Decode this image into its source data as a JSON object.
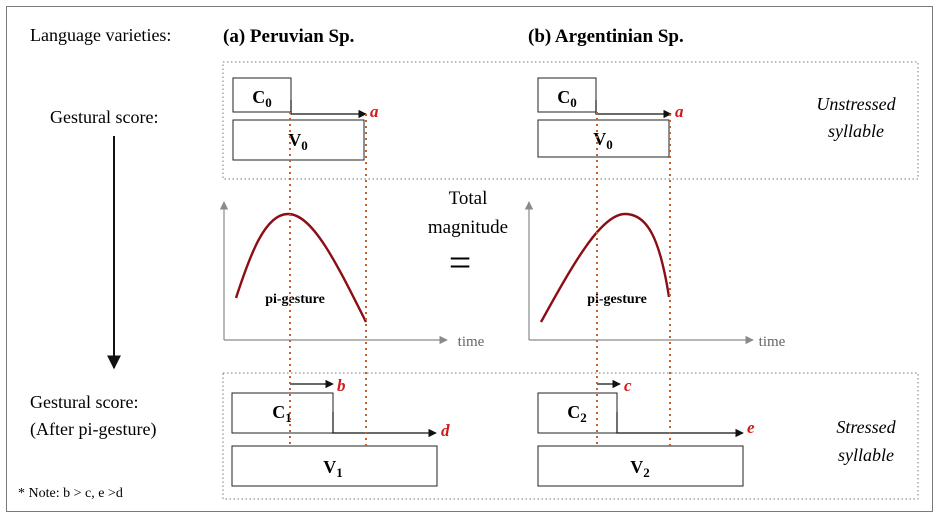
{
  "labels": {
    "language_varieties": "Language varieties:",
    "gestural_score": "Gestural score:",
    "gestural_score_after_line1": "Gestural score:",
    "gestural_score_after_line2": "(After pi-gesture)",
    "note": "* Note: b > c, e >d",
    "total_magnitude_line1": "Total",
    "total_magnitude_line2": "magnitude",
    "equals": "=",
    "unstressed_line1": "Unstressed",
    "unstressed_line2": "syllable",
    "stressed_line1": "Stressed",
    "stressed_line2": "syllable"
  },
  "panels": {
    "peruvian": {
      "heading": "(a) Peruvian Sp.",
      "c0": {
        "base": "C",
        "sub": "0"
      },
      "v0": {
        "base": "V",
        "sub": "0"
      },
      "c1": {
        "base": "C",
        "sub": "1"
      },
      "v1": {
        "base": "V",
        "sub": "1"
      },
      "marker_a": "a",
      "marker_b": "b",
      "marker_d": "d",
      "gesture_label": "pi-gesture",
      "time_label": "time"
    },
    "argentinian": {
      "heading": "(b) Argentinian Sp.",
      "c0": {
        "base": "C",
        "sub": "0"
      },
      "v0": {
        "base": "V",
        "sub": "0"
      },
      "c2": {
        "base": "C",
        "sub": "2"
      },
      "v2": {
        "base": "V",
        "sub": "2"
      },
      "marker_a": "a",
      "marker_c": "c",
      "marker_e": "e",
      "gesture_label": "pi-gesture",
      "time_label": "time"
    }
  },
  "colors": {
    "curve": "#8b0e14",
    "marker": "#d11a1a",
    "guide_line": "#c0622b"
  }
}
